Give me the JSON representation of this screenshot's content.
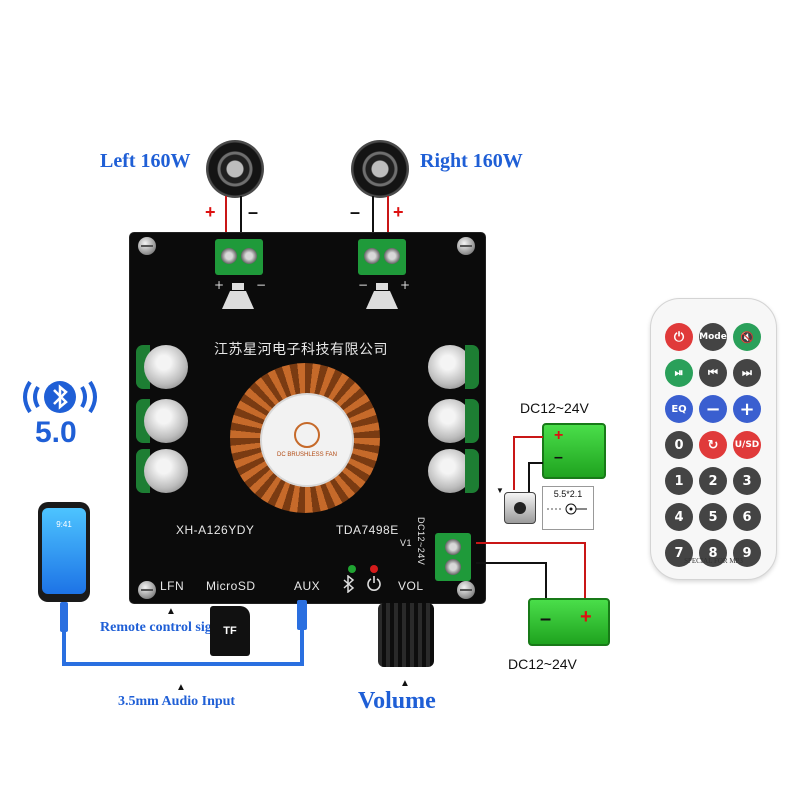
{
  "speakers": {
    "left_label": "Left 160W",
    "right_label": "Right 160W",
    "plus": "+",
    "minus": "–"
  },
  "bluetooth": {
    "version": "5.0"
  },
  "board": {
    "company": "江苏星河电子科技有限公司",
    "model": "XH-A126YDY",
    "chip": "TDA7498E",
    "revision": "V1",
    "dc_rating": "DC12~24V",
    "ports": [
      "LFN",
      "MicroSD",
      "AUX",
      "VOL"
    ],
    "fan_label": "DC BRUSHLESS FAN"
  },
  "power": {
    "top_label": "DC12~24V",
    "bottom_label": "DC12~24V",
    "jack_size": "5.5*2.1",
    "plus": "+",
    "minus": "–"
  },
  "accessories": {
    "tf_card": "TF",
    "remote_signal": "Remote control signal",
    "audio_input": "3.5mm Audio Input",
    "volume": "Volume",
    "phone_time": "9:41"
  },
  "remote": {
    "buttons": [
      [
        "⏻",
        "Mode",
        "🔇"
      ],
      [
        "⏯",
        "⏮",
        "⏭"
      ],
      [
        "EQ",
        "−",
        "+"
      ],
      [
        "0",
        "↻",
        "U/SD"
      ],
      [
        "1",
        "2",
        "3"
      ],
      [
        "4",
        "5",
        "6"
      ],
      [
        "7",
        "8",
        "9"
      ]
    ],
    "footer": "SPECIAL FOR MP3"
  },
  "colors": {
    "label_blue": "#1f5fd6",
    "board_black": "#0b0b0b",
    "terminal_green": "#1f9a3a",
    "wire_red": "#c91616",
    "battery_green": "#2fbf2f"
  }
}
